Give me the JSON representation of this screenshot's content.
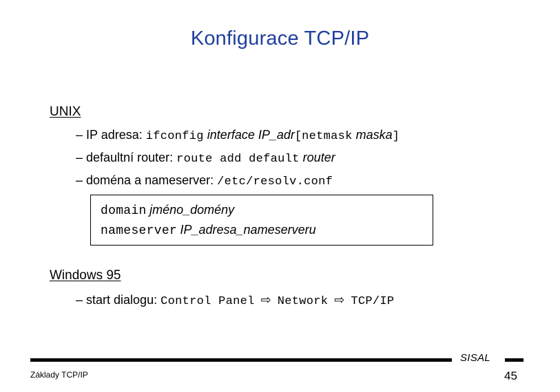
{
  "slide": {
    "title": "Konfigurace TCP/IP",
    "title_color": "#1f3f9e"
  },
  "sections": [
    {
      "heading": "UNIX",
      "bullets": [
        {
          "dash": "–",
          "label": "IP adresa:",
          "cmd": "ifconfig",
          "arg1": "interface",
          "arg2": "IP_adr",
          "bracket_open": "[",
          "opt_cmd": "netmask",
          "opt_arg": "maska",
          "bracket_close": "]"
        },
        {
          "dash": "–",
          "label": "defaultní router:",
          "cmd": "route add default",
          "arg1": "router"
        },
        {
          "dash": "–",
          "label": "doména a nameserver:",
          "cmd": "/etc/resolv.conf"
        }
      ]
    },
    {
      "heading": "Windows 95",
      "bullets": [
        {
          "dash": "–",
          "label": "start dialogu:",
          "step1": "Control Panel",
          "arrow1": "⇨",
          "step2": "Network",
          "arrow2": "⇨",
          "step3": "TCP/IP"
        }
      ]
    }
  ],
  "code_box": {
    "line1_cmd": "domain",
    "line1_arg": "jméno_domény",
    "line2_cmd": "nameserver",
    "line2_arg": "IP_adresa_nameserveru"
  },
  "footer": {
    "left_text": "Základy TCP/IP",
    "brand": "SISAL",
    "page_number": "45"
  }
}
